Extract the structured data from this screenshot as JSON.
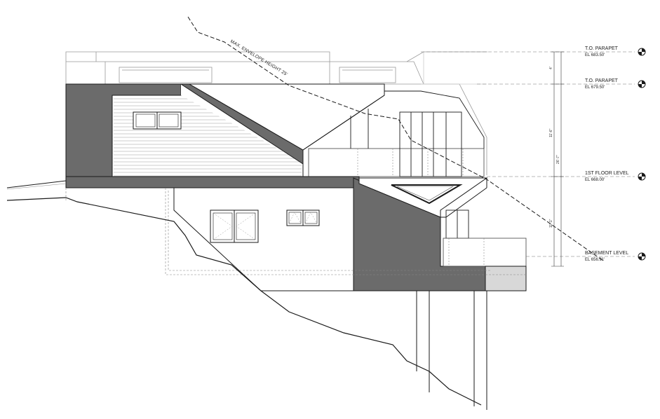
{
  "envelope_label": "MAX. ENVELOPE HEIGHT 25'",
  "levels": [
    {
      "name": "T.O. PARAPET",
      "elevation": "EL 683.50'"
    },
    {
      "name": "T.O. PARAPET",
      "elevation": "EL 679.50'"
    },
    {
      "name": "1ST FLOOR LEVEL",
      "elevation": "EL 668.00'"
    },
    {
      "name": "BASEMENT LEVEL",
      "elevation": "EL 656.91'"
    }
  ],
  "dimensions": {
    "upper": "4'",
    "middle": "11'-6\"",
    "lower": "11'-1\"",
    "overall": "26'-7\""
  },
  "colors": {
    "wall_section": "#6b6b6b",
    "line": "#1a1a1a",
    "light_line": "#9a9a9a",
    "light_fill": "#d8d8d8"
  }
}
